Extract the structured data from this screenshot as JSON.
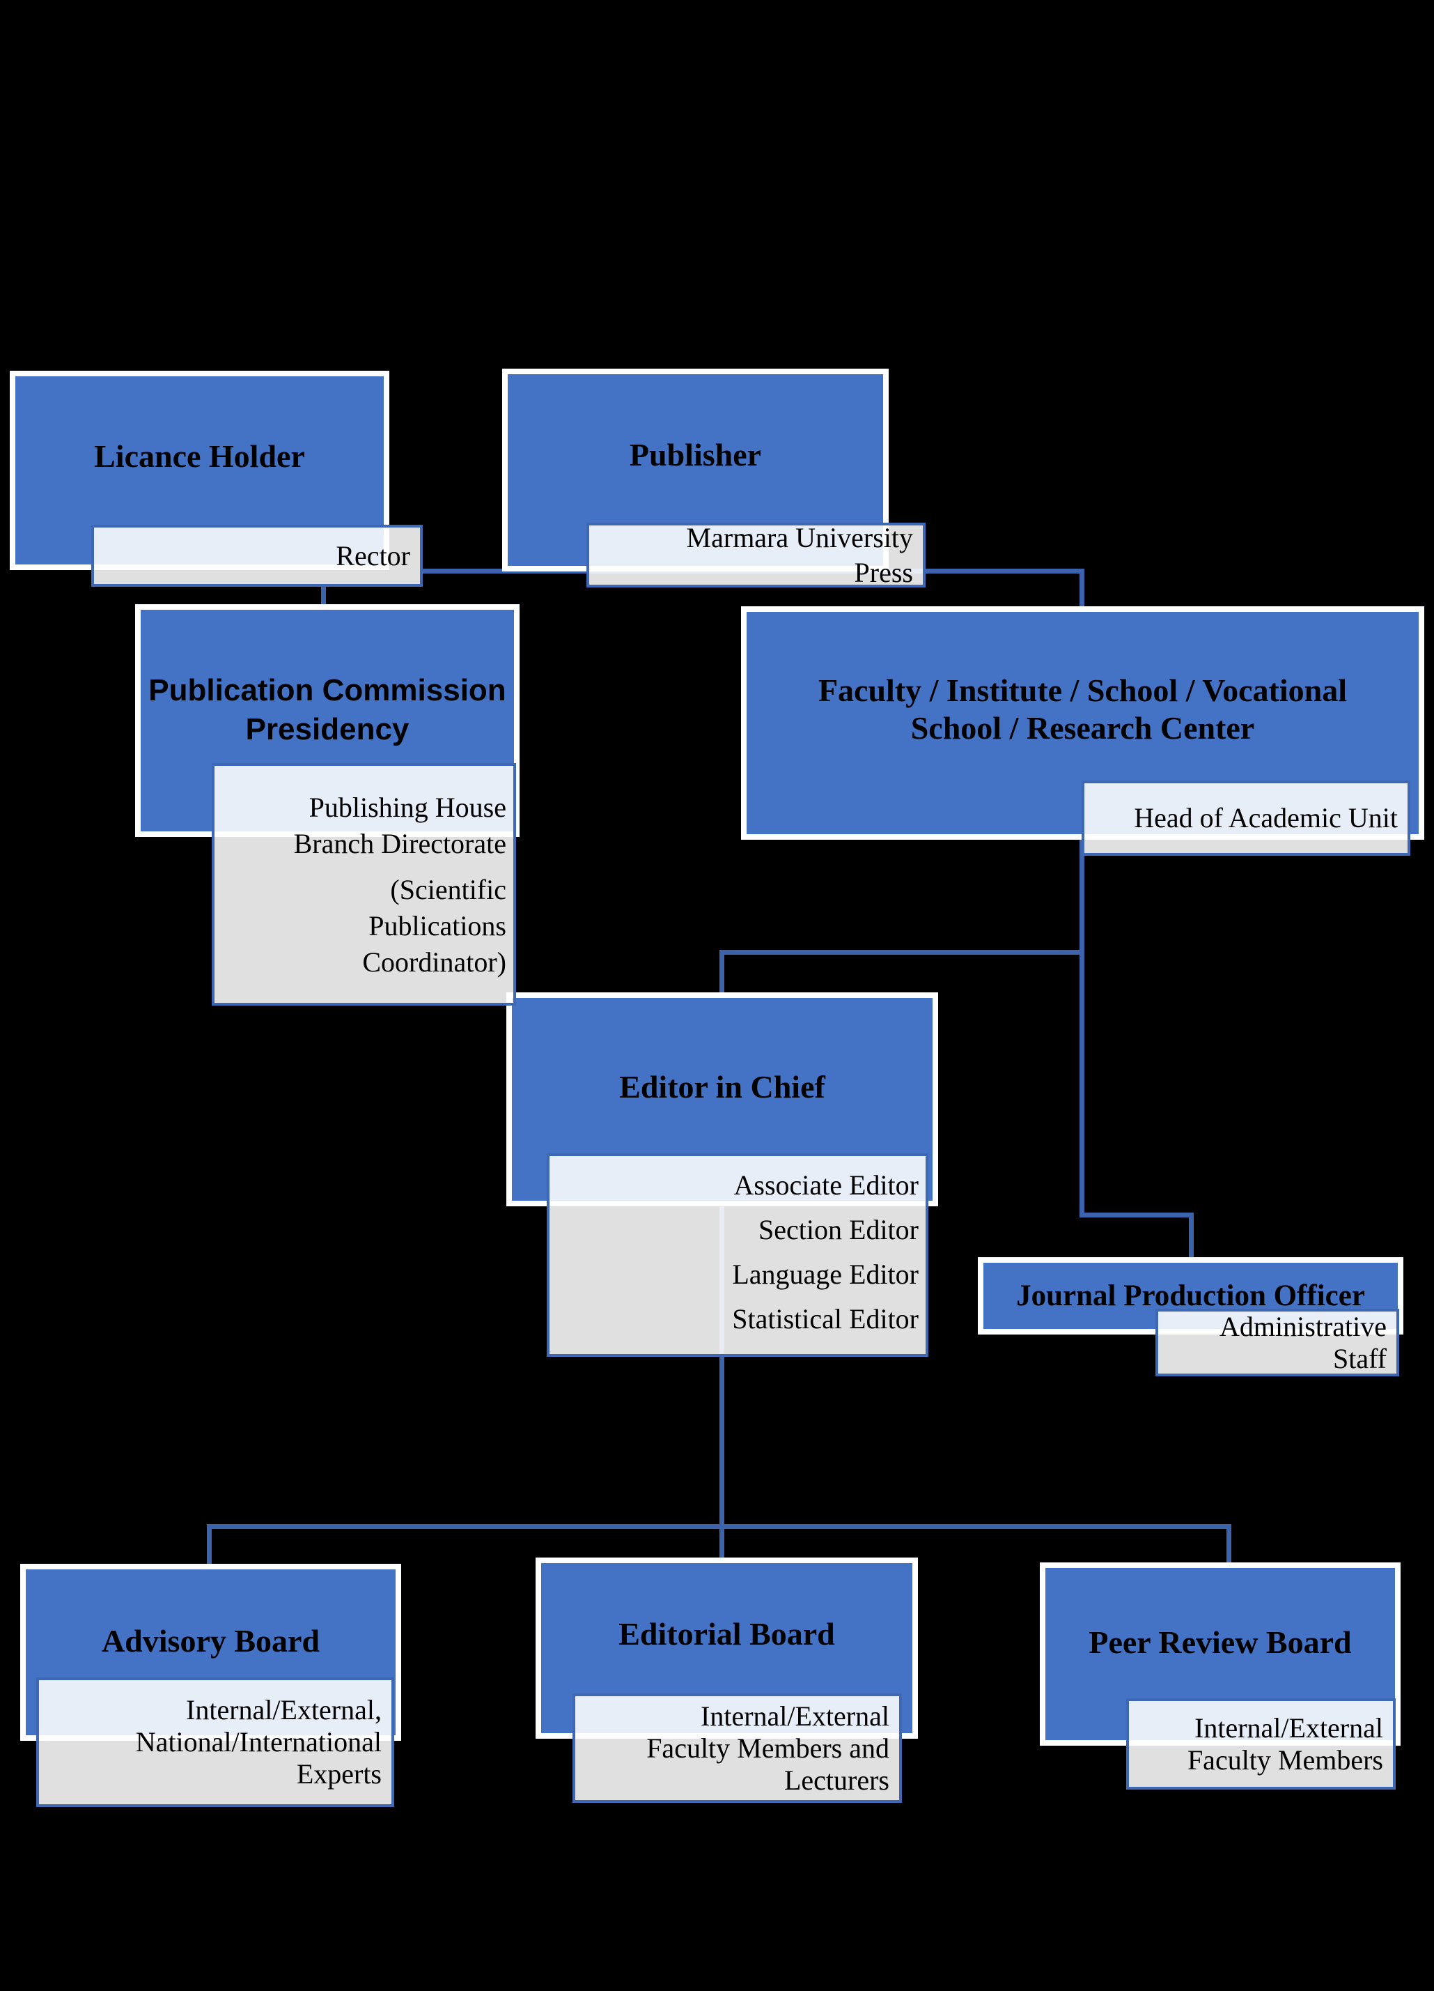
{
  "diagram": {
    "type": "organization-chart",
    "background_color": "#000000",
    "colors": {
      "node_fill": "#4472c4",
      "node_border": "#ffffff",
      "subnode_fill": "rgba(255,255,255,0.88)",
      "subnode_border": "#3e68b4",
      "connector": "#3c63ab",
      "text": "#000000"
    },
    "nodes": {
      "licance": {
        "title": "Licance Holder",
        "sub": "Rector"
      },
      "publisher": {
        "title": "Publisher",
        "sub": "Marmara University\nPress"
      },
      "commission": {
        "title": "Publication Commission\nPresidency",
        "sub_main": "Publishing House\nBranch Directorate",
        "sub_note": "(Scientific\nPublications\nCoordinator)"
      },
      "faculty": {
        "title": "Faculty / Institute / School / Vocational\nSchool / Research Center",
        "sub": "Head of Academic Unit"
      },
      "editor": {
        "title": "Editor in Chief",
        "subs": [
          "Associate Editor",
          "Section Editor",
          "Language Editor",
          "Statistical Editor"
        ]
      },
      "production": {
        "title": "Journal Production Officer",
        "sub": "Administrative\nStaff"
      },
      "advisory": {
        "title": "Advisory Board",
        "sub": "Internal/External,\nNational/International\nExperts"
      },
      "editorial": {
        "title": "Editorial Board",
        "sub": "Internal/External\nFaculty Members and\nLecturers"
      },
      "peer": {
        "title": "Peer Review Board",
        "sub": "Internal/External\nFaculty Members"
      }
    }
  }
}
